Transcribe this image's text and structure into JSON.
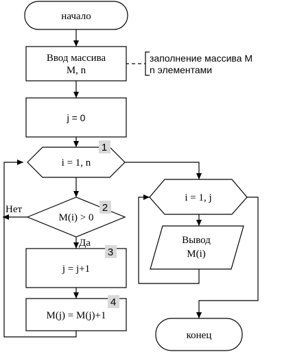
{
  "blocks": {
    "start": "начало",
    "input_line1": "Ввод массива",
    "input_line2": "M, n",
    "j_init": "j = 0",
    "loop1": "i = 1, n",
    "condition": "M(i) > 0",
    "j_inc": "j = j+1",
    "assign": "M(j) = M(j)+1",
    "loop2": "i = 1, j",
    "output_line1": "Вывод",
    "output_line2": "M(i)",
    "end": "конец"
  },
  "comment": {
    "line1": "заполнение массива M",
    "line2": "n элементами"
  },
  "branch_labels": {
    "no": "Нет",
    "yes": "Да"
  },
  "step_numbers": [
    "1",
    "2",
    "3",
    "4"
  ]
}
